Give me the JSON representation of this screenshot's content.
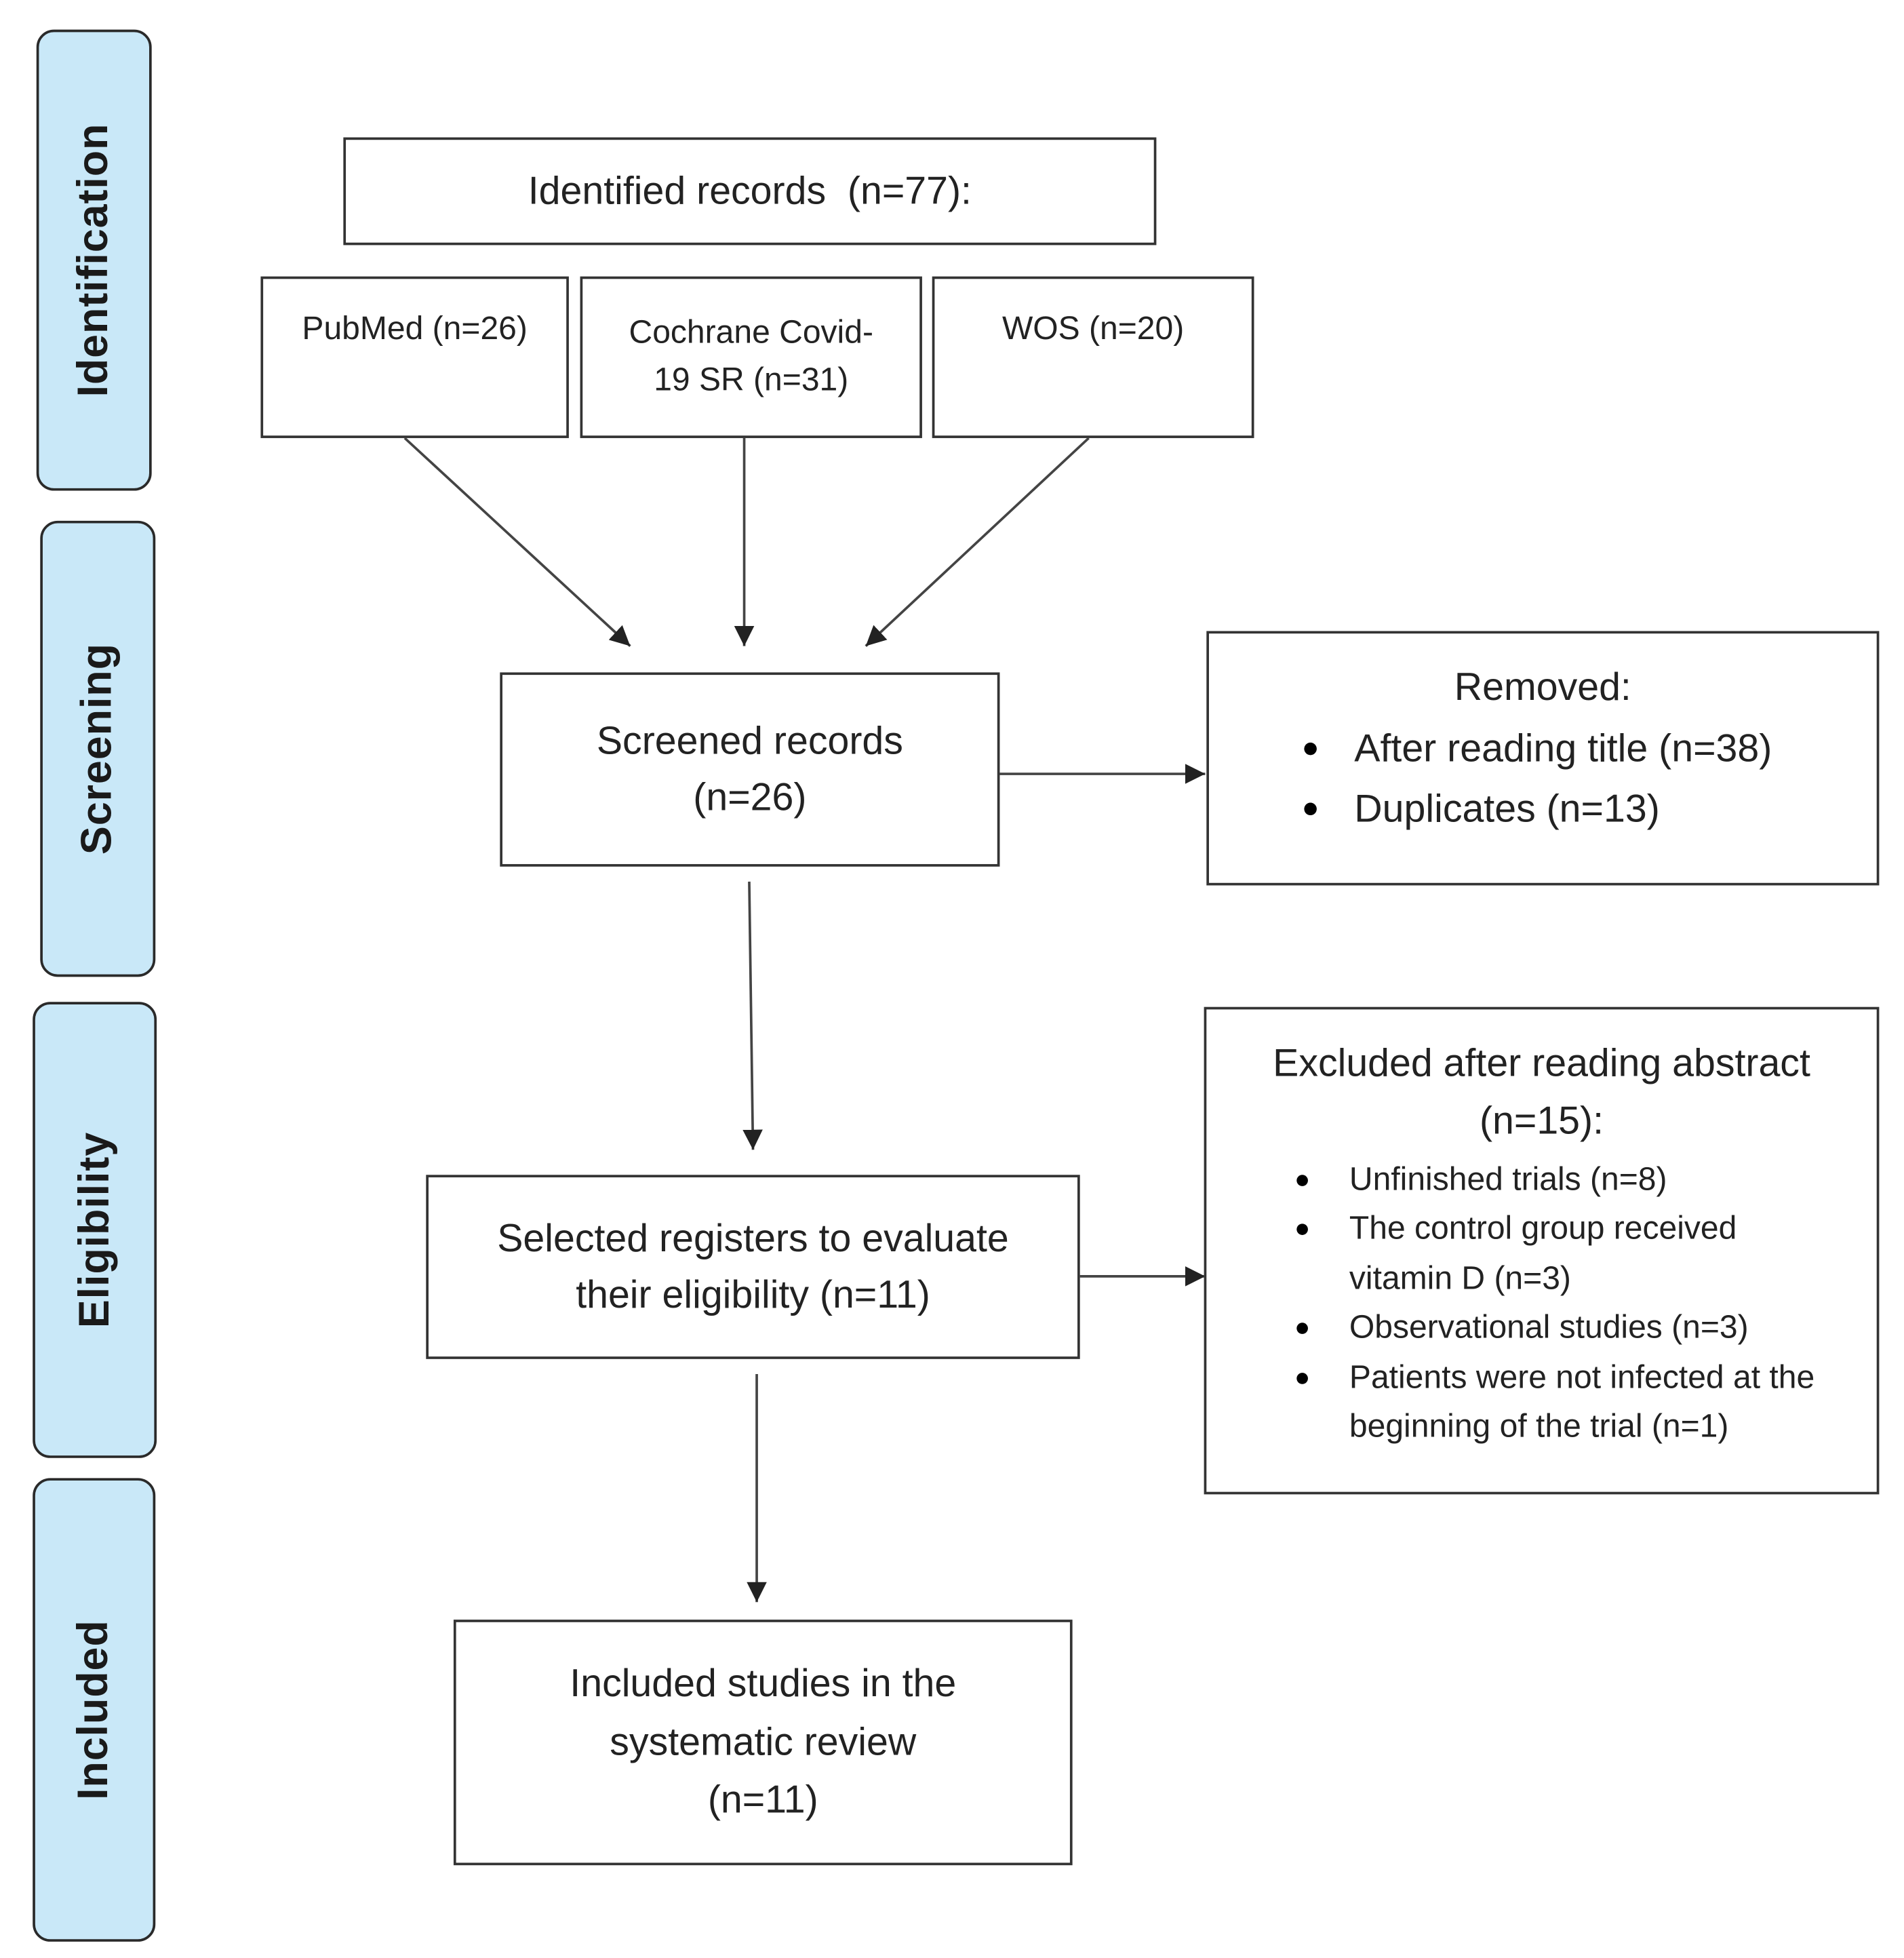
{
  "phases": {
    "identification": "Identification",
    "screening": "Screening",
    "eligibility": "Eligibility",
    "included": "Included"
  },
  "identified": {
    "title": "Identified records  (n=77):"
  },
  "sources": {
    "pubmed": "PubMed (n=26)",
    "cochrane_line1": "Cochrane Covid-",
    "cochrane_line2": "19 SR (n=31)",
    "wos": "WOS (n=20)"
  },
  "screened": {
    "line1": "Screened records",
    "line2": "(n=26)"
  },
  "removed": {
    "title": "Removed:",
    "items": [
      "After reading title (n=38)",
      "Duplicates (n=13)"
    ]
  },
  "selected": {
    "line1": "Selected registers to evaluate",
    "line2": "their eligibility (n=11)"
  },
  "excluded": {
    "title_line1": "Excluded after reading abstract",
    "title_line2": "(n=15):",
    "items": [
      "Unfinished trials (n=8)",
      "The control group received vitamin D (n=3)",
      "Observational studies (n=3)",
      "Patients were not infected at the beginning of the trial (n=1)"
    ]
  },
  "included": {
    "line1": "Included studies in the",
    "line2": "systematic review",
    "line3": "(n=11)"
  }
}
